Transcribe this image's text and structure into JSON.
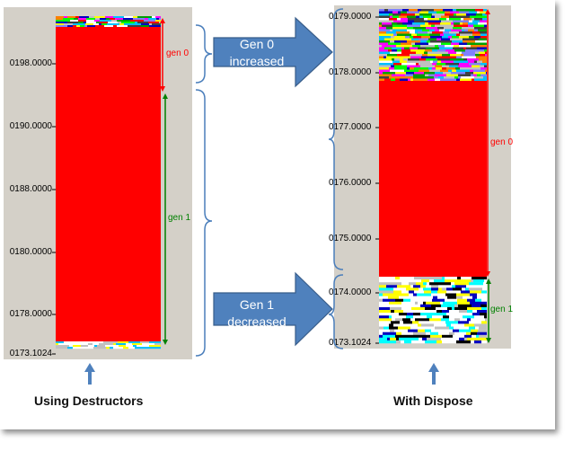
{
  "left_chart": {
    "ticks": [
      "0198.0000",
      "0190.0000",
      "0188.0000",
      "0180.0000",
      "0178.0000",
      "0173.1024"
    ],
    "gen0_label": "gen 0",
    "gen1_label": "gen 1",
    "caption": "Using Destructors"
  },
  "right_chart": {
    "ticks": [
      "0179.0000",
      "0178.0000",
      "0177.0000",
      "0176.0000",
      "0175.0000",
      "0174.0000",
      "0173.1024"
    ],
    "gen0_label": "gen 0",
    "gen1_label": "gen 1",
    "caption": "With Dispose"
  },
  "arrows": {
    "top": {
      "line1": "Gen 0",
      "line2": "increased"
    },
    "bottom": {
      "line1": "Gen 1",
      "line2": "decreased"
    }
  },
  "colors": {
    "heap_red": "#ff0000",
    "gen0": "#ff0000",
    "gen1": "#008000",
    "arrow_fill": "#4f81bd",
    "arrow_stroke": "#385d8a",
    "bracket": "#4a7ebb",
    "panel": "#d4d0c8"
  },
  "icons": [
    "up-arrow-icon",
    "right-arrow-icon"
  ]
}
